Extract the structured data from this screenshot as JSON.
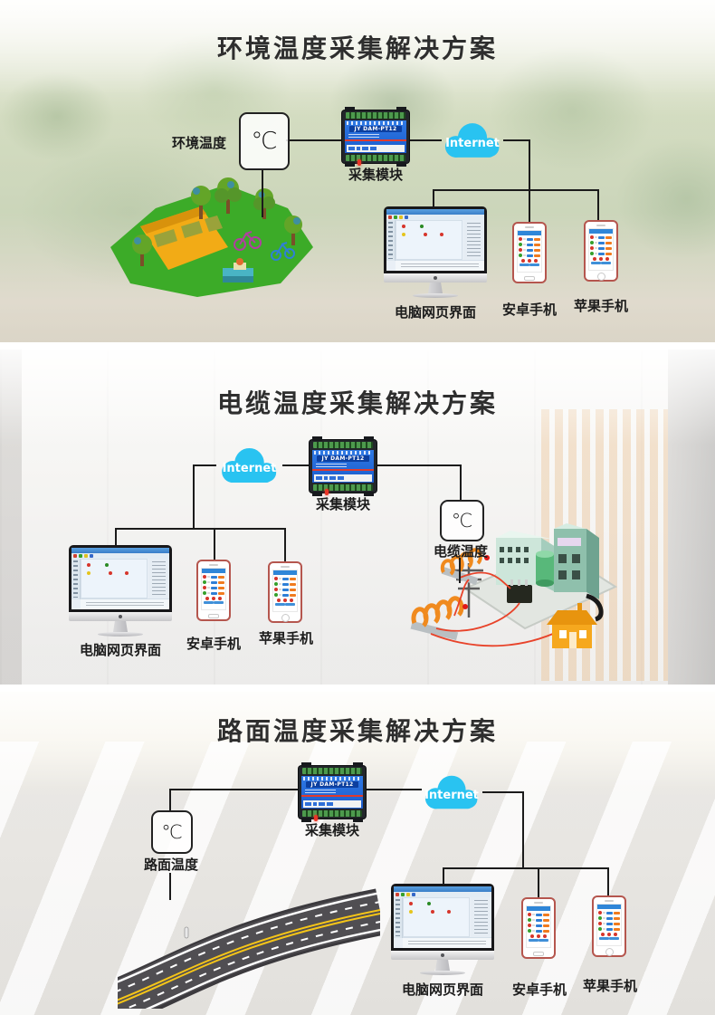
{
  "page": {
    "kind": "temperature-collection-solutions-infographic"
  },
  "colors": {
    "cloud": "#29c3f1",
    "connector": "#1b1b1b",
    "title_text": "#2e2e2e",
    "module_blue": "#1f64d8",
    "module_accent_red": "#e03a2c"
  },
  "module_model": "JY DAM-PT12",
  "sections": [
    {
      "title": "环境温度采集解决方案",
      "sensor_label": "环境温度",
      "sensor_symbol": "℃",
      "module_label": "采集模块",
      "cloud_label": "Internet",
      "pc_label": "电脑网页界面",
      "android_label": "安卓手机",
      "ios_label": "苹果手机"
    },
    {
      "title": "电缆温度采集解决方案",
      "sensor_label": "电缆温度",
      "sensor_symbol": "℃",
      "module_label": "采集模块",
      "cloud_label": "Internet",
      "pc_label": "电脑网页界面",
      "android_label": "安卓手机",
      "ios_label": "苹果手机"
    },
    {
      "title": "路面温度采集解决方案",
      "sensor_label": "路面温度",
      "sensor_symbol": "℃",
      "module_label": "采集模块",
      "cloud_label": "Internet",
      "pc_label": "电脑网页界面",
      "android_label": "安卓手机",
      "ios_label": "苹果手机"
    }
  ]
}
